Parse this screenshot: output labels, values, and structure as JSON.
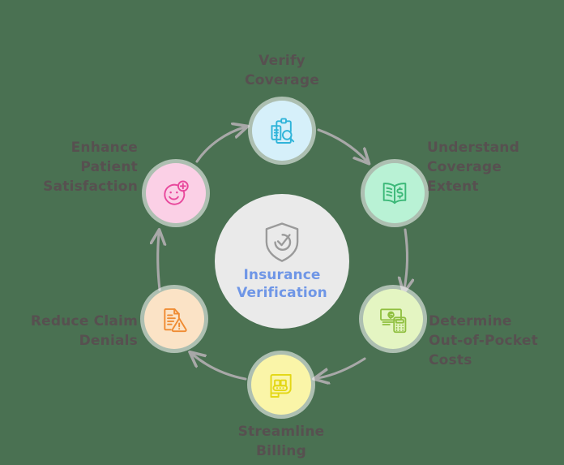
{
  "background_color": "#4a7152",
  "center": {
    "label": "Insurance\nVerification",
    "label_color": "#6f96e6",
    "circle_color": "#eaeaea",
    "icon": "shield-check-icon",
    "icon_color": "#9a9a9a"
  },
  "cycle_direction": "clockwise",
  "arrow_color": "#a8a8a8",
  "nodes": [
    {
      "id": "verify-coverage",
      "label": "Verify\nCoverage",
      "icon": "clipboard-search-icon",
      "circle_color": "#d6f0fa",
      "icon_color": "#2fb4d9",
      "position": "top"
    },
    {
      "id": "understand-coverage-extent",
      "label": "Understand\nCoverage\nExtent",
      "icon": "open-book-dollar-icon",
      "circle_color": "#b9f2d5",
      "icon_color": "#3cb878",
      "position": "top-right"
    },
    {
      "id": "determine-out-of-pocket-costs",
      "label": "Determine\nOut-of-Pocket\nCosts",
      "icon": "money-calculator-icon",
      "circle_color": "#e4f5c2",
      "icon_color": "#8fbf3f",
      "position": "bottom-right"
    },
    {
      "id": "streamline-billing",
      "label": "Streamline\nBilling",
      "icon": "conveyor-belt-icon",
      "circle_color": "#faf5a8",
      "icon_color": "#e3d715",
      "position": "bottom"
    },
    {
      "id": "reduce-claim-denials",
      "label": "Reduce Claim\nDenials",
      "icon": "document-warning-icon",
      "circle_color": "#fbe3c6",
      "icon_color": "#ef8b32",
      "position": "bottom-left"
    },
    {
      "id": "enhance-patient-satisfaction",
      "label": "Enhance\nPatient\nSatisfaction",
      "icon": "smiley-plus-icon",
      "circle_color": "#fbd0e6",
      "icon_color": "#e8489c",
      "position": "top-left"
    }
  ]
}
